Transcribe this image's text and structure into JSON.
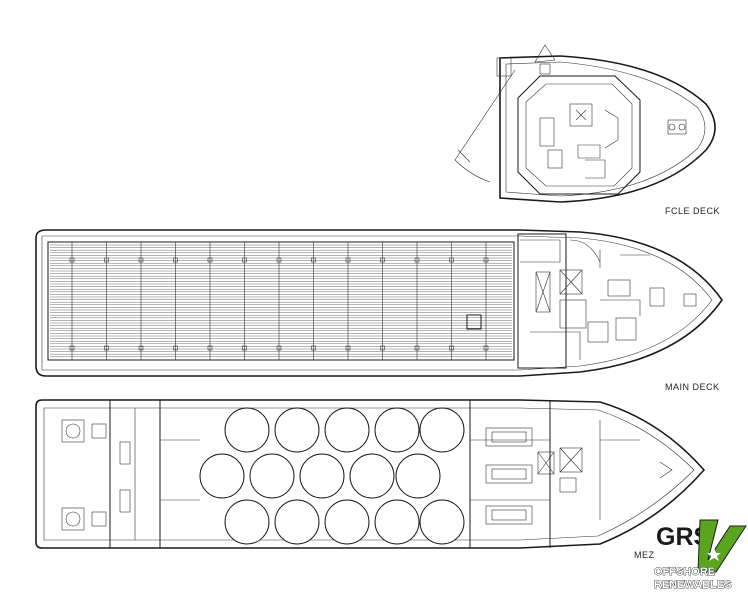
{
  "labels": {
    "fcle_deck": "FCLE DECK",
    "main_deck": "MAIN DECK",
    "mezz_deck": "MEZ"
  },
  "logo": {
    "brand": "GRS",
    "line1": "OFFSHORE",
    "line2": "RENEWABLES",
    "accent_color": "#5aa51e",
    "dark_color": "#1b1b1b"
  }
}
